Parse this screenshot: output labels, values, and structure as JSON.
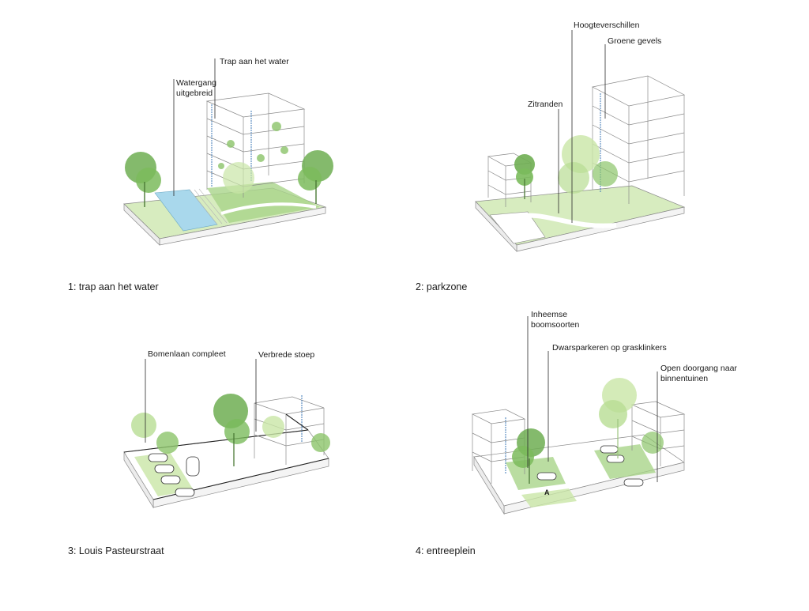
{
  "colors": {
    "green_light": "#c9e6a6",
    "green_mid": "#8cc46a",
    "tree": "#6fae52",
    "water": "#a9d8ec",
    "accent_blue": "#2b6cb0",
    "line": "#8a8a8a"
  },
  "panels": [
    {
      "caption": "1: trap aan het water",
      "labels": [
        "Trap aan het water",
        "Watergang\nuitgebreid"
      ]
    },
    {
      "caption": "2: parkzone",
      "labels": [
        "Hoogteverschillen",
        "Groene gevels",
        "Zitranden"
      ]
    },
    {
      "caption": "3: Louis Pasteurstraat",
      "labels": [
        "Bomenlaan compleet",
        "Verbrede stoep"
      ]
    },
    {
      "caption": "4: entreeplein",
      "labels": [
        "Inheemse\nboomsoorten",
        "Dwarsparkeren op grasklinkers",
        "Open doorgang naar\nbinnentuinen"
      ]
    }
  ],
  "markers": [
    "A"
  ]
}
